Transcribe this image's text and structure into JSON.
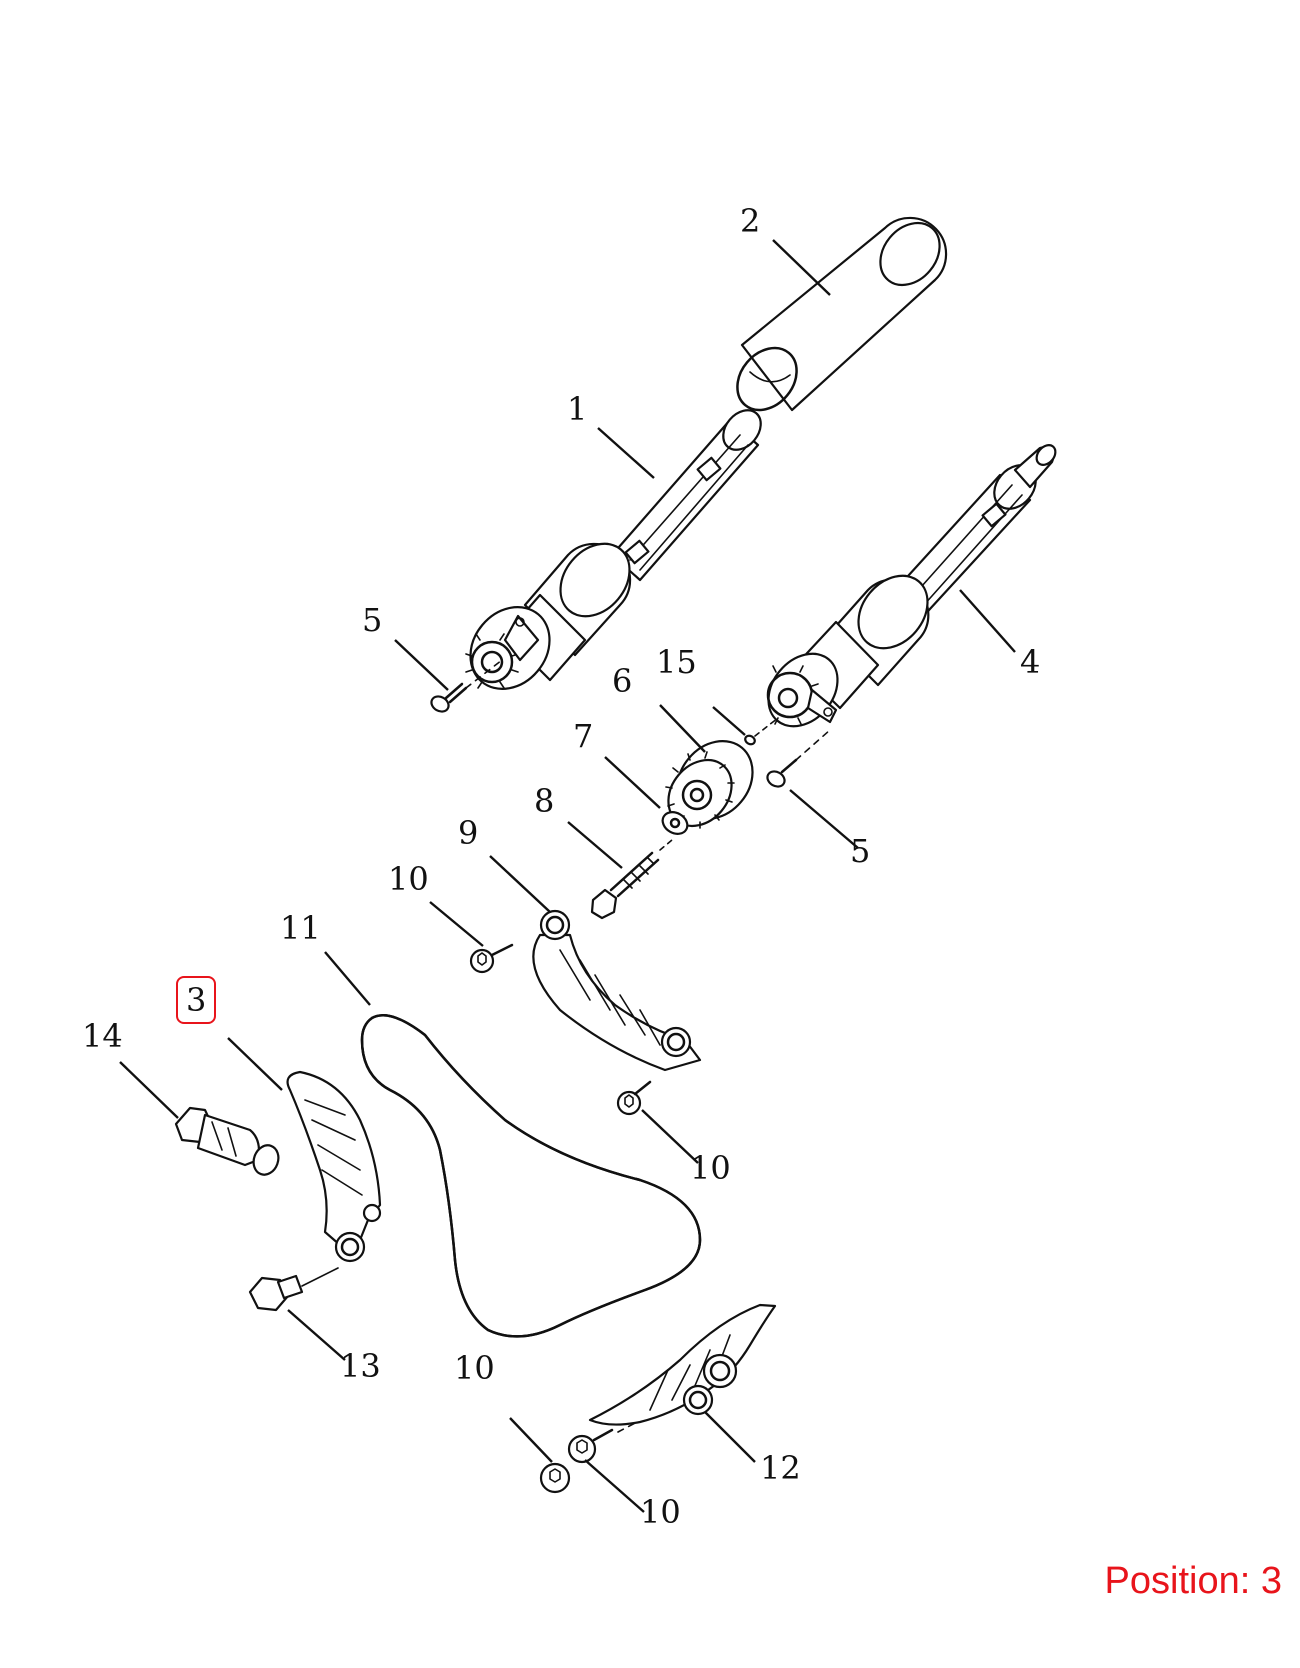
{
  "callouts": [
    {
      "key": "c1",
      "label": "1"
    },
    {
      "key": "c2",
      "label": "2"
    },
    {
      "key": "c3",
      "label": "3"
    },
    {
      "key": "c4",
      "label": "4"
    },
    {
      "key": "c5a",
      "label": "5"
    },
    {
      "key": "c5b",
      "label": "5"
    },
    {
      "key": "c6",
      "label": "6"
    },
    {
      "key": "c7",
      "label": "7"
    },
    {
      "key": "c8",
      "label": "8"
    },
    {
      "key": "c9",
      "label": "9"
    },
    {
      "key": "c10a",
      "label": "10"
    },
    {
      "key": "c10b",
      "label": "10"
    },
    {
      "key": "c10c",
      "label": "10"
    },
    {
      "key": "c10d",
      "label": "10"
    },
    {
      "key": "c11",
      "label": "11"
    },
    {
      "key": "c12",
      "label": "12"
    },
    {
      "key": "c13",
      "label": "13"
    },
    {
      "key": "c14",
      "label": "14"
    },
    {
      "key": "c15",
      "label": "15"
    }
  ],
  "highlighted_position": "3",
  "position_label": "Position: 3",
  "highlight_color": "#e8141b"
}
